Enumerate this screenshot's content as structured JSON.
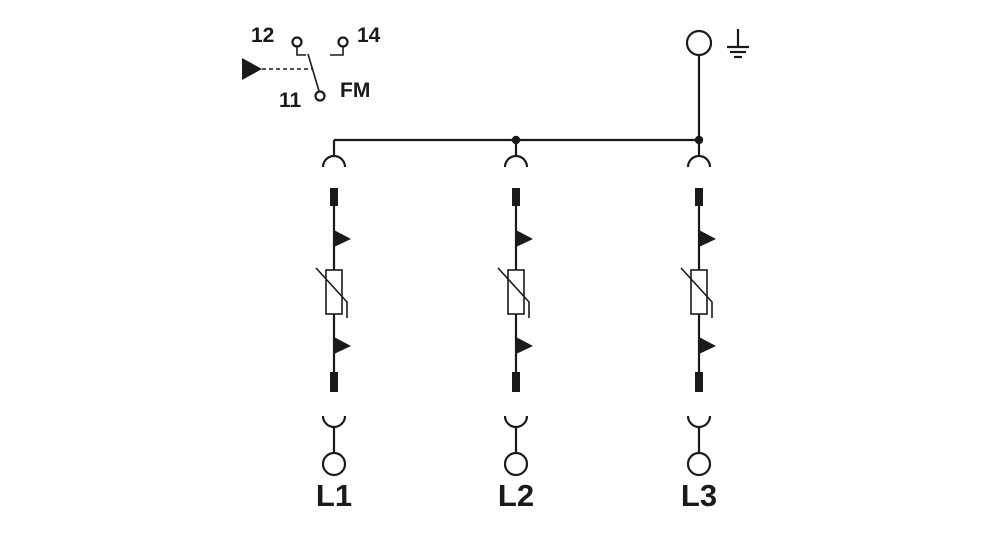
{
  "contact": {
    "terminal_12": "12",
    "terminal_14": "14",
    "terminal_11": "11",
    "label": "FM"
  },
  "ground_symbol": "earth-ground-icon",
  "branches": [
    {
      "label": "L1"
    },
    {
      "label": "L2"
    },
    {
      "label": "L3"
    }
  ],
  "colors": {
    "ink": "#1a1a1a",
    "background": "#ffffff"
  }
}
